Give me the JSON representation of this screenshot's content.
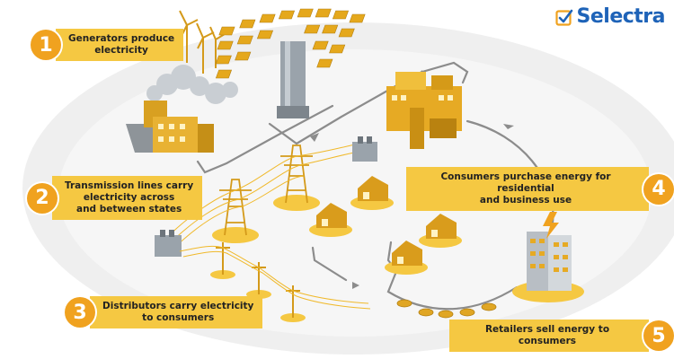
{
  "brand": {
    "name": "Selectra",
    "color": "#1e63b8"
  },
  "colors": {
    "accent": "#f0a21f",
    "label_bg": "#f5c842",
    "line": "#8c8c8c",
    "background_ellipse": "#eeeeee"
  },
  "steps": [
    {
      "number": "1",
      "text": "Generators produce\nelectricity"
    },
    {
      "number": "2",
      "text": "Transmission lines carry\nelectricity across\nand between states"
    },
    {
      "number": "3",
      "text": "Distributors carry electricity\nto consumers"
    },
    {
      "number": "4",
      "text": "Consumers purchase energy for residential\nand business use"
    },
    {
      "number": "5",
      "text": "Retailers sell energy to consumers"
    }
  ],
  "icons": [
    "wind-turbine-icon",
    "solar-panel-icon",
    "power-plant-icon",
    "factory-icon",
    "transmission-tower-icon",
    "transformer-icon",
    "house-icon",
    "utility-pole-icon",
    "office-building-icon",
    "coin-icon",
    "check-box-icon"
  ]
}
